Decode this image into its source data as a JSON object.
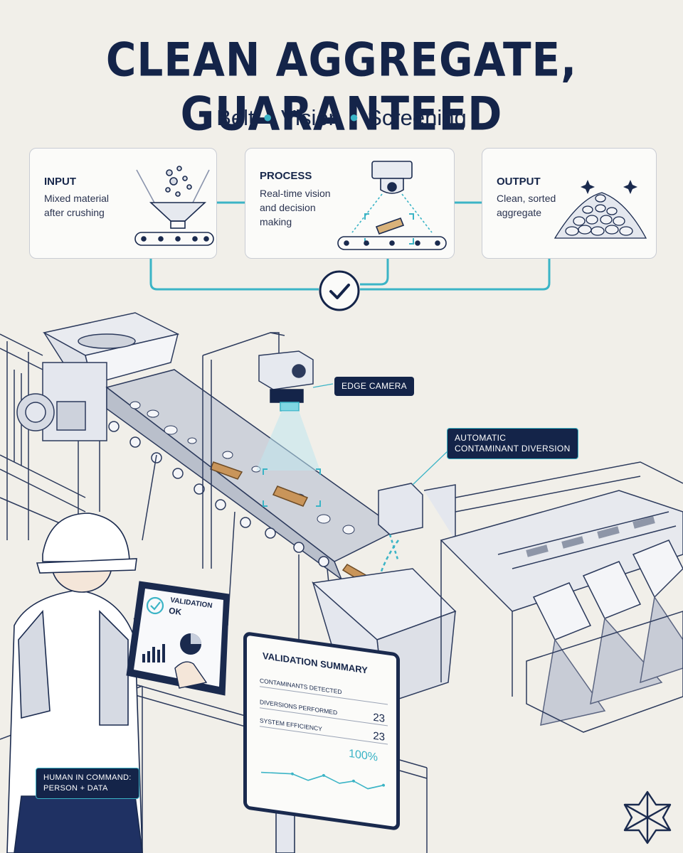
{
  "title": "CLEAN AGGREGATE, GUARANTEED",
  "subtitle": {
    "items": [
      "Belt",
      "Vision",
      "Screening"
    ]
  },
  "cards": [
    {
      "title": "INPUT",
      "desc": [
        "Mixed material",
        "after crushing"
      ]
    },
    {
      "title": "PROCESS",
      "desc": [
        "Real-time vision",
        "and decision",
        "making"
      ]
    },
    {
      "title": "OUTPUT",
      "desc": [
        "Clean, sorted",
        "aggregate"
      ]
    }
  ],
  "labels": {
    "edge_camera": "EDGE CAMERA",
    "diversion": [
      "AUTOMATIC",
      "CONTAMINANT DIVERSION"
    ],
    "human": [
      "HUMAN IN COMMAND:",
      "PERSON + DATA"
    ]
  },
  "tablet": {
    "status": [
      "VALIDATION",
      "OK"
    ]
  },
  "summary": {
    "title": "VALIDATION SUMMARY",
    "rows": [
      {
        "label": "CONTAMINANTS DETECTED",
        "value": "23"
      },
      {
        "label": "DIVERSIONS PERFORMED",
        "value": "23"
      },
      {
        "label": "SYSTEM EFFICIENCY",
        "value": "100%"
      }
    ]
  },
  "colors": {
    "navy": "#142449",
    "accent": "#3bb4c6",
    "background": "#f1efe9",
    "wood": "#c9955a"
  },
  "icons": [
    "check-circle-icon",
    "sparkle-icon",
    "brand-logo-icon"
  ]
}
